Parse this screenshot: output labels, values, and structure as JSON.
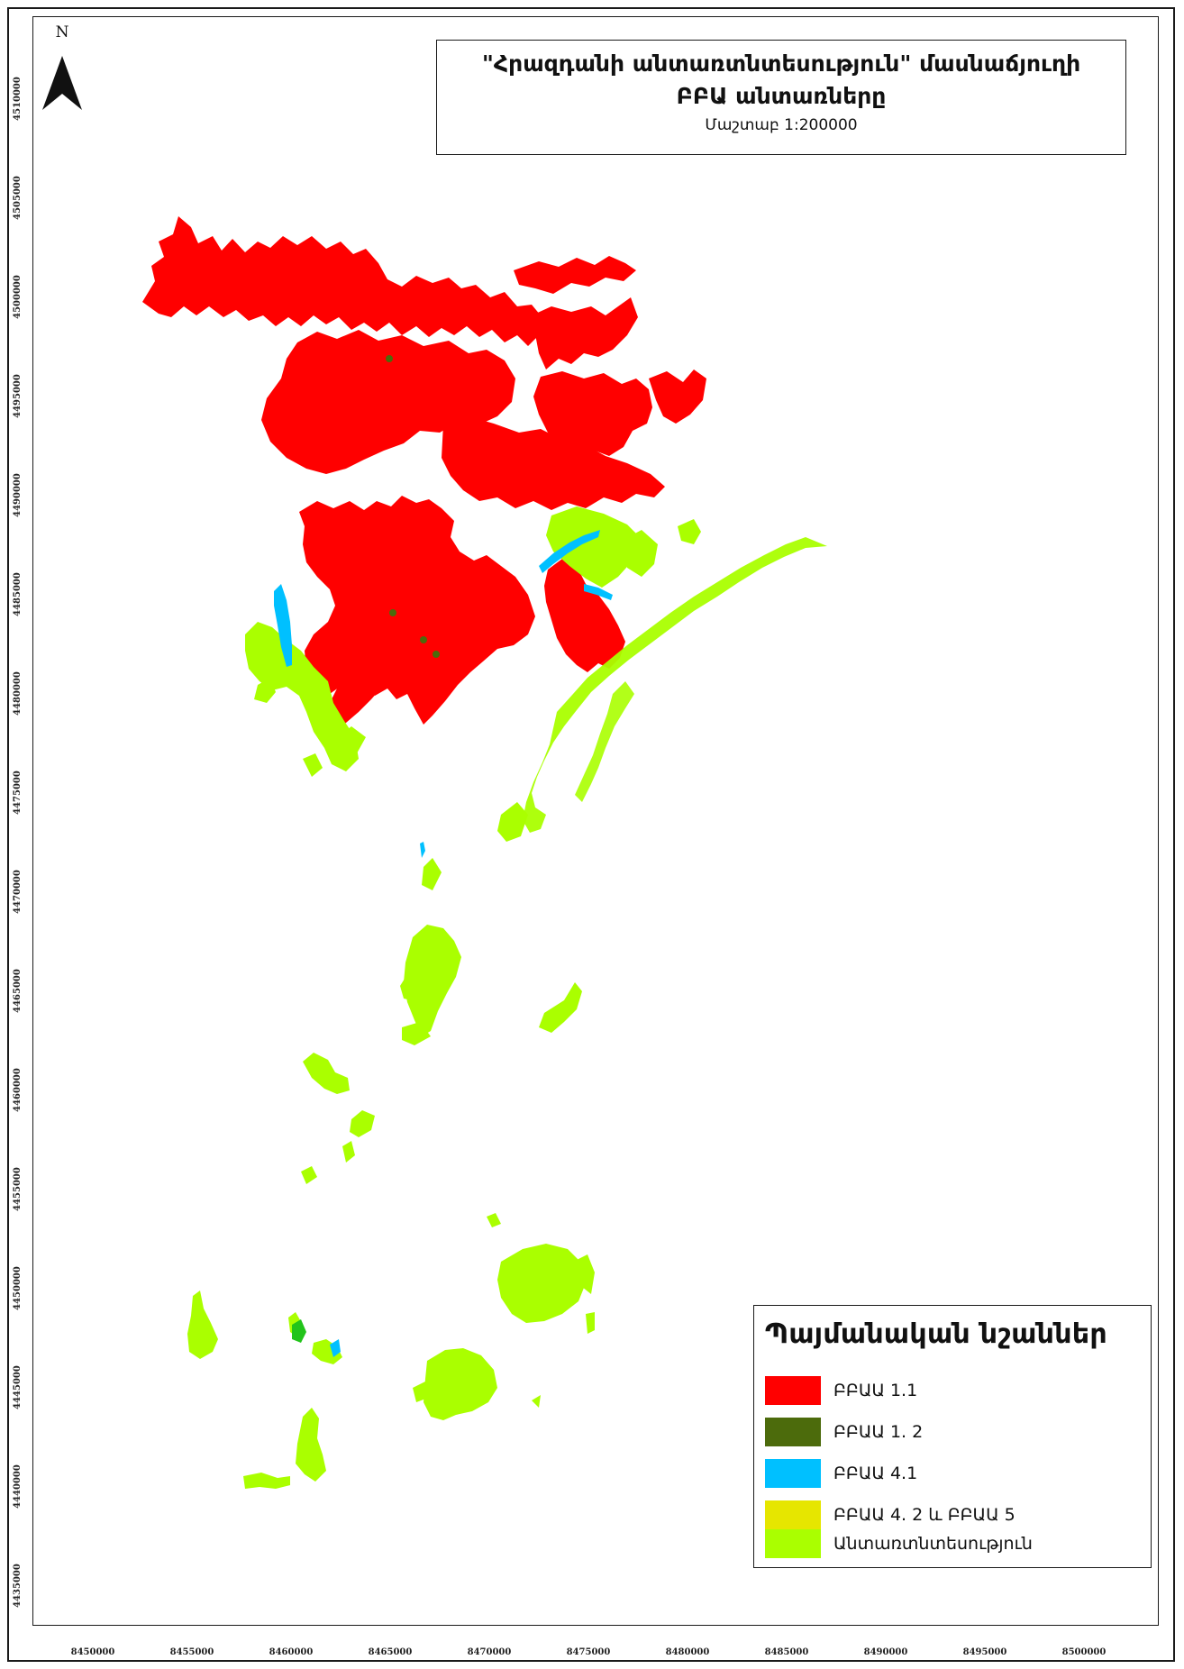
{
  "title": {
    "line1": "\"Հրազդանի անտառտնտեսություն\" մասնաճյուղի",
    "line2": "ԲԲԱ անտառները",
    "scale": "Մաշտաբ 1:200000"
  },
  "north_arrow": {
    "label": "N",
    "icon": "north-arrow-icon"
  },
  "legend": {
    "title": "Պայմանական նշաններ",
    "items": [
      {
        "label": "ԲԲԱԱ 1.1",
        "color": "#ff0000"
      },
      {
        "label": "ԲԲԱԱ 1.  2",
        "color": "#4c6b0c"
      },
      {
        "label": "ԲԲԱԱ 4.1",
        "color": "#00c0ff"
      },
      {
        "label": "ԲԲԱԱ 4.  2 և ԲԲԱԱ 5",
        "color": "#e6e600"
      },
      {
        "label": "Անտառտնտեսություն",
        "color": "#aaff00"
      }
    ]
  },
  "axes": {
    "y_ticks": [
      "4510000",
      "4505000",
      "4500000",
      "4495000",
      "4490000",
      "4485000",
      "4480000",
      "4475000",
      "4470000",
      "4465000",
      "4460000",
      "4455000",
      "4450000",
      "4445000",
      "4440000",
      "4435000"
    ],
    "x_ticks": [
      "8450000",
      "8455000",
      "8460000",
      "8465000",
      "8470000",
      "8475000",
      "8480000",
      "8485000",
      "8490000",
      "8495000",
      "8500000"
    ]
  },
  "colors": {
    "bbaa_1_1": "#ff0000",
    "bbaa_1_2": "#4c6b0c",
    "bbaa_4_1": "#00c0ff",
    "bbaa_4_2_5": "#e6e600",
    "forestry": "#aaff00",
    "frame": "#1a1a1a"
  }
}
